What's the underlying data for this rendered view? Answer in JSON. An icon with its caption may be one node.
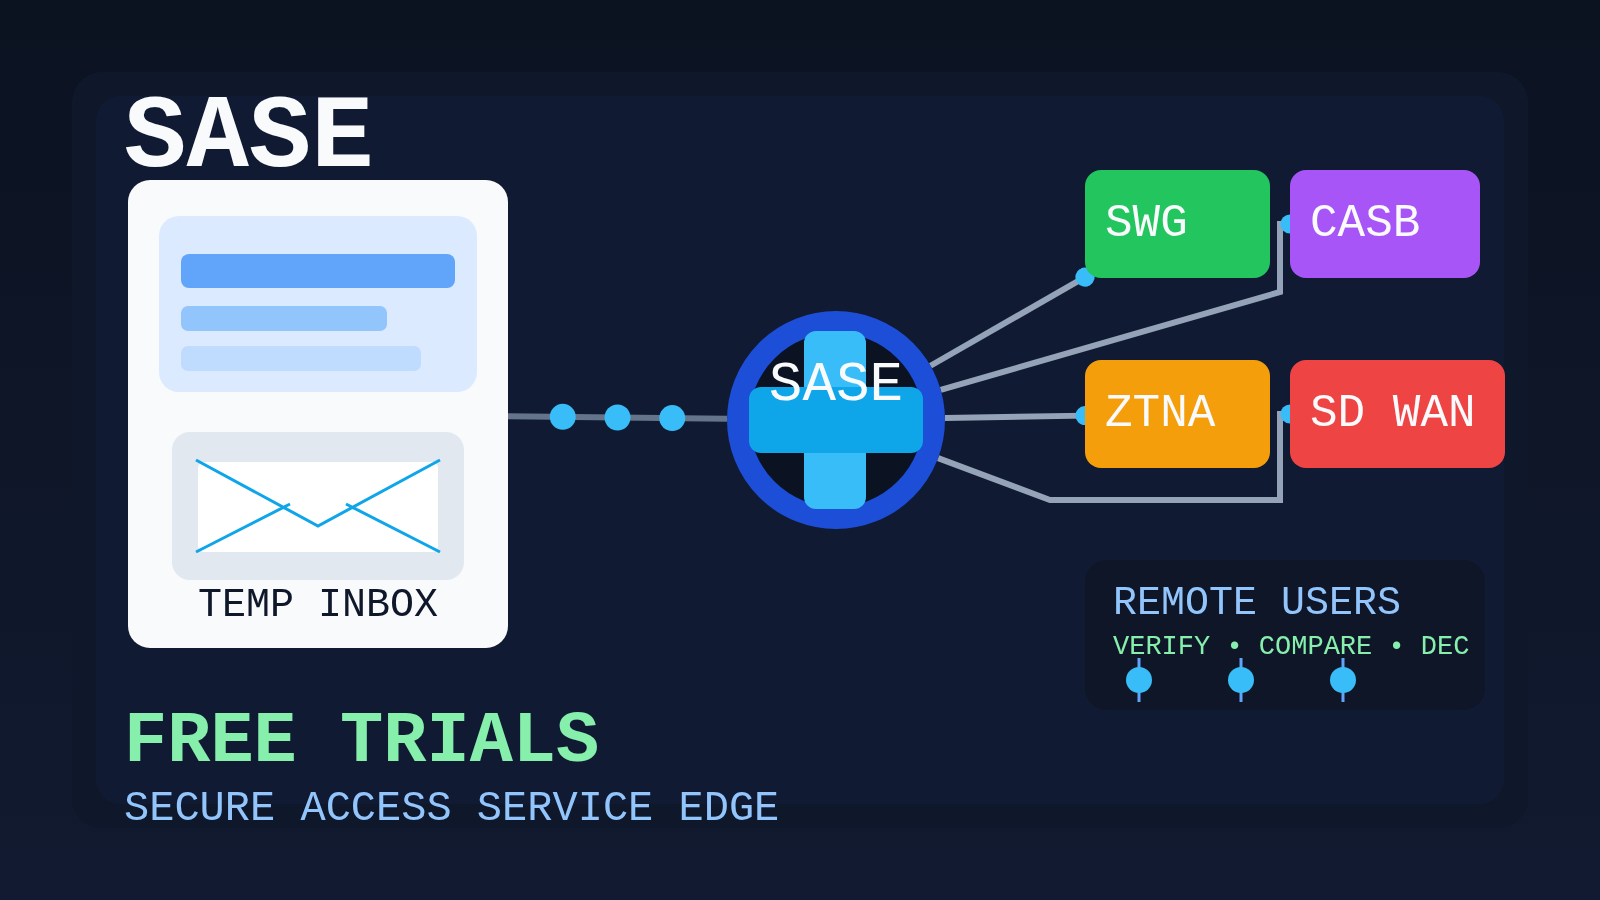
{
  "diagram": {
    "title": "SASE",
    "nodes": [
      {
        "text": [
          "TEMP INBOX"
        ]
      },
      {
        "text": [
          "SASE"
        ]
      },
      {
        "text": [
          "SWG"
        ]
      },
      {
        "text": [
          "CASB"
        ]
      },
      {
        "text": [
          "ZTNA"
        ]
      },
      {
        "text": [
          "SD WAN"
        ]
      },
      {
        "text": [
          "REMOTE USERS",
          "VERIFY • COMPARE • DEC"
        ]
      }
    ],
    "edges": [
      {
        "from": 0,
        "to": 1,
        "arrow": "none",
        "color": "#64748b"
      },
      {
        "from": 1,
        "to": 2,
        "arrow": "other"
      },
      {
        "from": 1,
        "to": 3,
        "arrow": "other"
      },
      {
        "from": 1,
        "to": 4,
        "arrow": "other"
      },
      {
        "from": 1,
        "to": 5,
        "arrow": "other"
      }
    ],
    "labels": [
      "FREE TRIALS",
      "SECURE ACCESS SERVICE EDGE"
    ]
  }
}
